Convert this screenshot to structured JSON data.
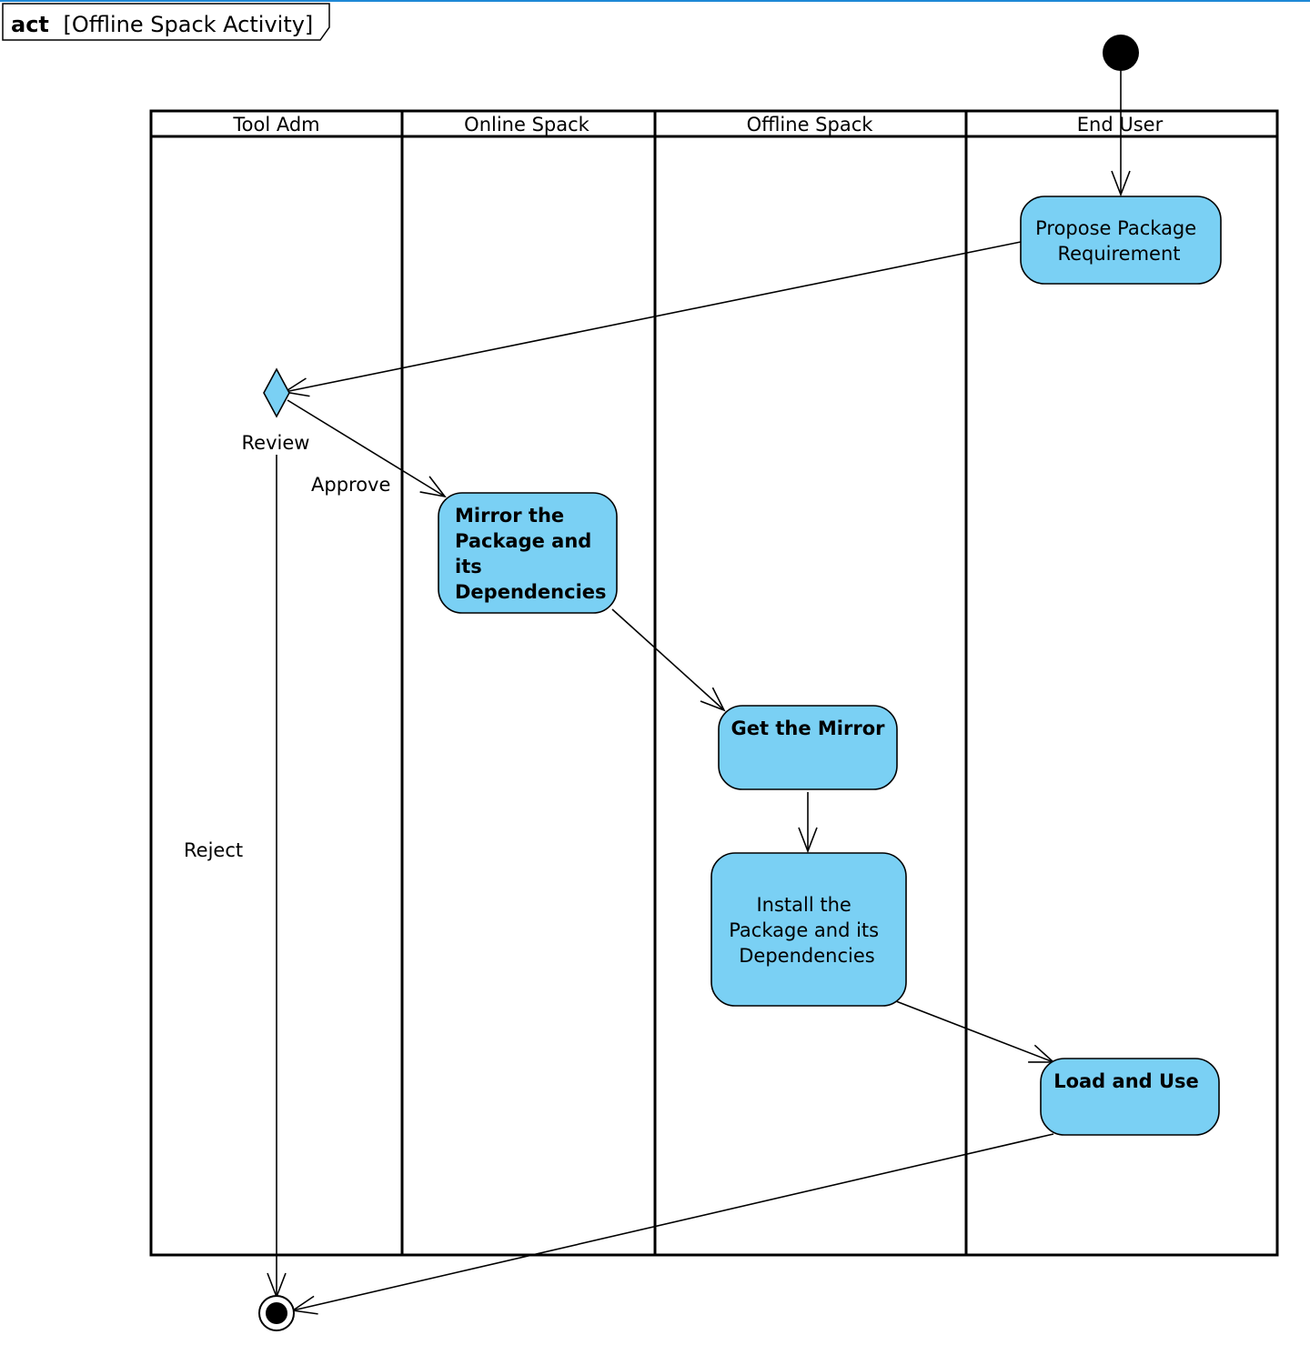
{
  "frame": {
    "keyword": "act",
    "name": "[Offline Spack Activity]"
  },
  "colors": {
    "node_fill": "#7ad0f4",
    "stroke": "#000000",
    "top_rule": "#1e88d6"
  },
  "lanes": [
    "Tool Adm",
    "Online Spack",
    "Offline Spack",
    "End User"
  ],
  "nodes": {
    "propose": [
      "Propose Package",
      "Requirement"
    ],
    "mirror": [
      "Mirror the",
      "Package and",
      "its",
      "Dependencies"
    ],
    "get_mirror": [
      "Get the Mirror"
    ],
    "install": [
      "Install the",
      "Package and its",
      "Dependencies"
    ],
    "load_use": [
      "Load and Use"
    ]
  },
  "decision": {
    "label": "Review"
  },
  "edge_labels": {
    "approve": "Approve",
    "reject": "Reject"
  }
}
